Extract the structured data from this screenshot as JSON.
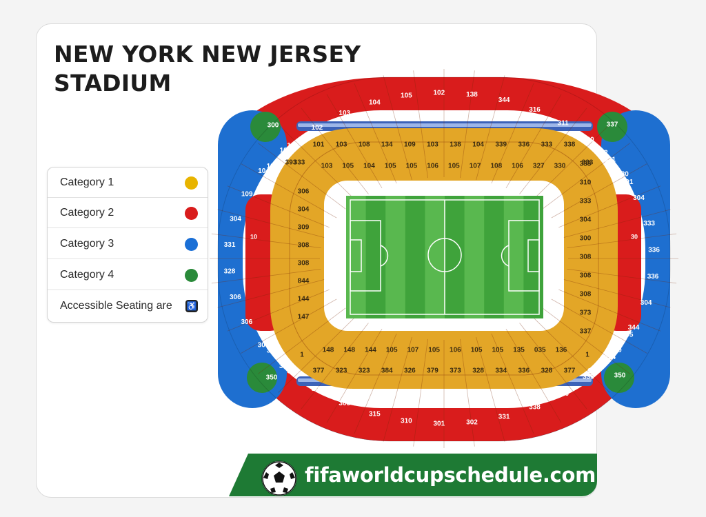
{
  "title": {
    "line1": "NEW YORK NEW JERSEY",
    "line2": "STADIUM"
  },
  "legend": [
    {
      "label": "Category 1",
      "color": "#e8b400"
    },
    {
      "label": "Category 2",
      "color": "#d91c1c"
    },
    {
      "label": "Category 3",
      "color": "#1a6fd6"
    },
    {
      "label": "Category 4",
      "color": "#2a8a3a"
    },
    {
      "label": "Accessible Seating are",
      "icon": "accessible-seating-icon"
    }
  ],
  "colors": {
    "cat1": "#e8b400",
    "cat1_fill": "#e3a627",
    "cat2": "#d91c1c",
    "cat3": "#1e6fd0",
    "cat4": "#2a8a3a",
    "pitch": "#3fa33b",
    "pitch_stripe": "#59b84f",
    "banner": "#1e7a34"
  },
  "sections": {
    "outer_top": [
      "104",
      "101",
      "102",
      "103",
      "104",
      "105",
      "102",
      "138",
      "344",
      "316",
      "311",
      "330",
      "331",
      "391"
    ],
    "outer_bottom": [
      "301",
      "301",
      "304",
      "305",
      "315",
      "310",
      "301",
      "302",
      "331",
      "338",
      "306",
      "333",
      "334",
      "335"
    ],
    "outer_left": [
      "102",
      "104",
      "109",
      "304",
      "331",
      "328",
      "306",
      "306",
      "304",
      "308"
    ],
    "outer_right": [
      "332",
      "330",
      "304",
      "333",
      "336",
      "336",
      "304",
      "344",
      "340",
      "350"
    ],
    "corners": [
      "300",
      "337",
      "350",
      "350"
    ],
    "upper_top": [
      "101",
      "103",
      "108",
      "134",
      "109",
      "103",
      "138",
      "104",
      "339",
      "336",
      "333",
      "338"
    ],
    "upper_bottom": [
      "377",
      "323",
      "323",
      "384",
      "326",
      "379",
      "373",
      "328",
      "334",
      "336",
      "328",
      "377"
    ],
    "lower_top": [
      "103",
      "105",
      "104",
      "105",
      "105",
      "106",
      "105",
      "107",
      "108",
      "106",
      "327",
      "330"
    ],
    "lower_bottom": [
      "148",
      "148",
      "144",
      "105",
      "107",
      "105",
      "106",
      "105",
      "105",
      "135",
      "035",
      "136"
    ],
    "lower_left": [
      "393",
      "306",
      "304",
      "309",
      "308",
      "308",
      "844",
      "144",
      "147"
    ],
    "lower_right": [
      "333",
      "310",
      "333",
      "304",
      "300",
      "308",
      "308",
      "308",
      "373",
      "337"
    ],
    "corner_inner": [
      "333",
      "333",
      "1",
      "1"
    ],
    "left_mid": [
      "10"
    ],
    "right_mid": [
      "30"
    ]
  },
  "website": "fifaworldcupschedule.com"
}
